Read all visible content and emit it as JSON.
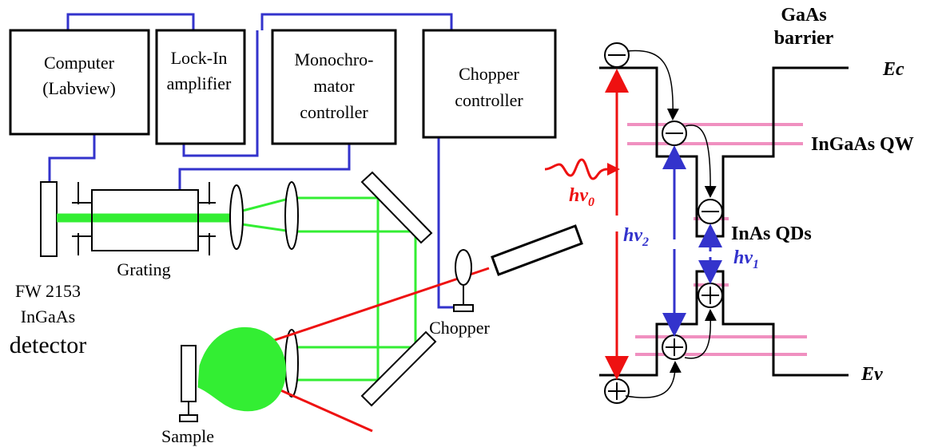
{
  "setup": {
    "computer": {
      "line1": "Computer",
      "line2": "(Labview)"
    },
    "lockin": {
      "line1": "Lock-In",
      "line2": "amplifier"
    },
    "monochromator": {
      "line1": "Monochro-",
      "line2": "mator",
      "line3": "controller"
    },
    "chopper_controller": {
      "line1": "Chopper",
      "line2": "controller"
    },
    "grating": "Grating",
    "detector": {
      "line1": "FW 2153",
      "line2": "InGaAs",
      "line3": "detector"
    },
    "chopper": "Chopper",
    "sample": "Sample"
  },
  "band": {
    "barrier": {
      "line1": "GaAs",
      "line2": "barrier"
    },
    "ec": "Ec",
    "ev": "Ev",
    "qw": "InGaAs QW",
    "qds": "InAs QDs",
    "hv0": {
      "base": "hv",
      "sub": "0"
    },
    "hv1": {
      "base": "hv",
      "sub": "1"
    },
    "hv2": {
      "base": "hv",
      "sub": "2"
    }
  },
  "colors": {
    "wire": "#3333cc",
    "beam": "#33ee33",
    "laser": "#ee1111",
    "level": "#f090c0",
    "arrow_blue": "#3333cc",
    "arrow_red": "#ee1111"
  }
}
